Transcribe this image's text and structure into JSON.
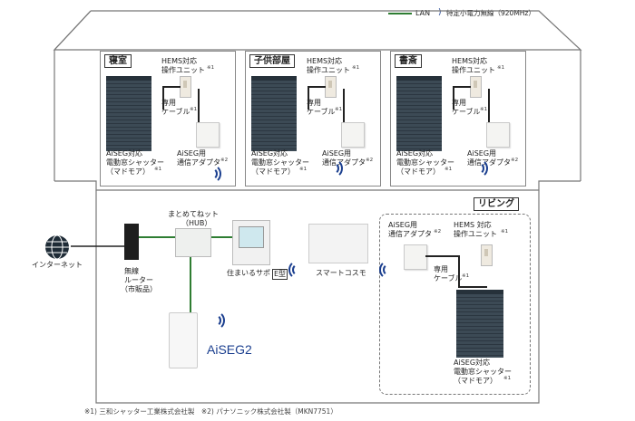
{
  "legend": {
    "lan_label": "LAN",
    "wireless_label": "特定小電力無線（920MHz）"
  },
  "rooms": [
    {
      "title": "寝室",
      "hems_unit": "HEMS対応",
      "hems_unit2": "操作ユニット",
      "cable": "専用",
      "cable2": "ケーブル",
      "shutter": "AiSEG対応",
      "shutter2": "電動窓シャッター",
      "shutter3": "（マドモア）",
      "adapter": "AiSEG用",
      "adapter2": "通信アダプタ",
      "note1": "※1",
      "note2": "※2"
    },
    {
      "title": "子供部屋",
      "hems_unit": "HEMS対応",
      "hems_unit2": "操作ユニット",
      "cable": "専用",
      "cable2": "ケーブル",
      "shutter": "AiSEG対応",
      "shutter2": "電動窓シャッター",
      "shutter3": "（マドモア）",
      "adapter": "AiSEG用",
      "adapter2": "通信アダプタ",
      "note1": "※1",
      "note2": "※2"
    },
    {
      "title": "書斎",
      "hems_unit": "HEMS対応",
      "hems_unit2": "操作ユニット",
      "cable": "専用",
      "cable2": "ケーブル",
      "shutter": "AiSEG対応",
      "shutter2": "電動窓シャッター",
      "shutter3": "（マドモア）",
      "adapter": "AiSEG用",
      "adapter2": "通信アダプタ",
      "note1": "※1",
      "note2": "※2"
    }
  ],
  "living": {
    "title": "リビング",
    "internet": "インターネット",
    "router": "無線",
    "router2": "ルーター",
    "router3": "（市販品）",
    "hub": "まとめてねット",
    "hub2": "（HUB）",
    "panel": "住まいるサポ",
    "panel_type": "E型",
    "smart_cosmo": "スマートコスモ",
    "aiseg": "AiSEG2",
    "adapter": "AiSEG用",
    "adapter2": "通信アダプタ",
    "hems_unit": "HEMS 対応",
    "hems_unit2": "操作ユニット",
    "cable": "専用",
    "cable2": "ケーブル",
    "shutter": "AiSEG対応",
    "shutter2": "電動窓シャッター",
    "shutter3": "（マドモア）",
    "note1": "※1",
    "note2": "※2"
  },
  "footnote": "※1) 三和シャッター工業株式会社製　※2) パナソニック株式会社製（MKN7751）"
}
